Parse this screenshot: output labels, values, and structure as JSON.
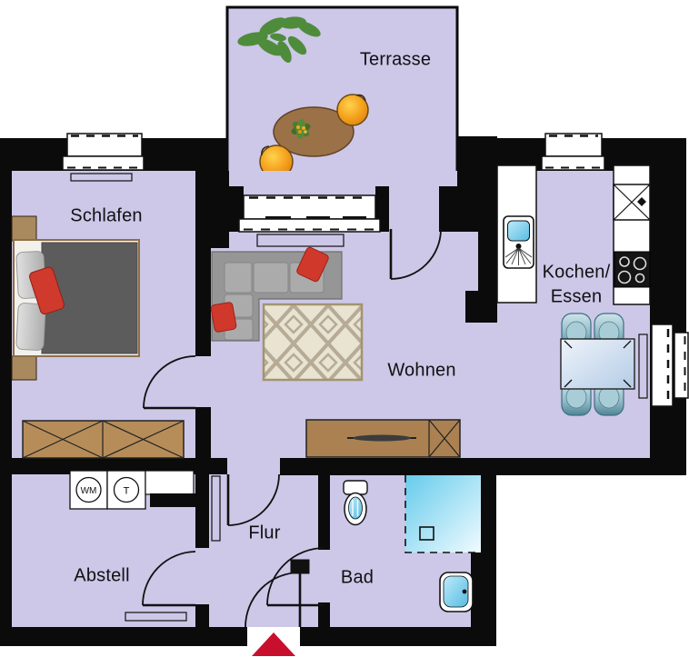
{
  "plan": {
    "type": "apartment-floor-plan",
    "rooms": {
      "terrasse": {
        "label": "Terrasse"
      },
      "schlafen": {
        "label": "Schlafen"
      },
      "wohnen": {
        "label": "Wohnen"
      },
      "kochen_essen": {
        "label_line1": "Kochen/",
        "label_line2": "Essen"
      },
      "flur": {
        "label": "Flur"
      },
      "abstell": {
        "label": "Abstell"
      },
      "bad": {
        "label": "Bad"
      }
    },
    "appliances": {
      "washing_machine_label": "WM",
      "dryer_label": "T"
    },
    "colors": {
      "floor": "#cdc7e8",
      "wall": "#0b0b0b",
      "wood": "#b18a58",
      "accent_red": "#c8102e",
      "water_blue": "#7fd0ee",
      "chair_teal": "#6fa7b8",
      "plant_green": "#4e8c3c",
      "fruit_orange": "#f4a028"
    }
  }
}
